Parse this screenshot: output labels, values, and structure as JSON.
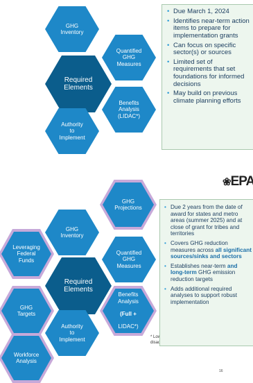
{
  "top": {
    "hexagons": {
      "ghg_inventory": "GHG\nInventory",
      "quantified": "Quantified\nGHG\nMeasures",
      "required": "Required\nElements",
      "benefits": "Benefits\nAnalysis\n(LIDAC*)",
      "authority": "Authority\nto\nImplement"
    },
    "bullets": [
      "Due March 1, 2024",
      "Identifies near-term action items to prepare for implementation grants",
      "Can focus on specific sector(s) or sources",
      "Limited set of requirements that set foundations for informed decisions",
      "May build on previous climate planning efforts"
    ]
  },
  "logo_text": "EPA",
  "bottom": {
    "hexagons": {
      "ghg_projections": "GHG\nProjections",
      "ghg_inventory": "GHG\nInventory",
      "leveraging": "Leveraging\nFederal\nFunds",
      "quantified": "Quantified\nGHG\nMeasures",
      "required": "Required\nElements",
      "ghg_targets": "GHG\nTargets",
      "benefits_line1": "Benefits\nAnalysis",
      "benefits_line2": "(Full +",
      "benefits_line3": "LIDAC*)",
      "authority": "Authority\nto\nImplement",
      "workforce": "Workforce\nAnalysis"
    },
    "footnote": "* Low-income and disadvantaged community",
    "bullets": {
      "b1": "Due 2 years from the date of award for states and metro areas (summer 2025) and at close of grant for tribes and territories",
      "b2_pre": "Covers GHG reduction measures across ",
      "b2_bold": "all significant sources/sinks and sectors",
      "b3_pre": "Establishes near-term ",
      "b3_bold": "and long-term",
      "b3_post": " GHG emission reduction targets",
      "b4": "Adds additional required analyses to support robust implementation"
    }
  },
  "page_number": "16"
}
